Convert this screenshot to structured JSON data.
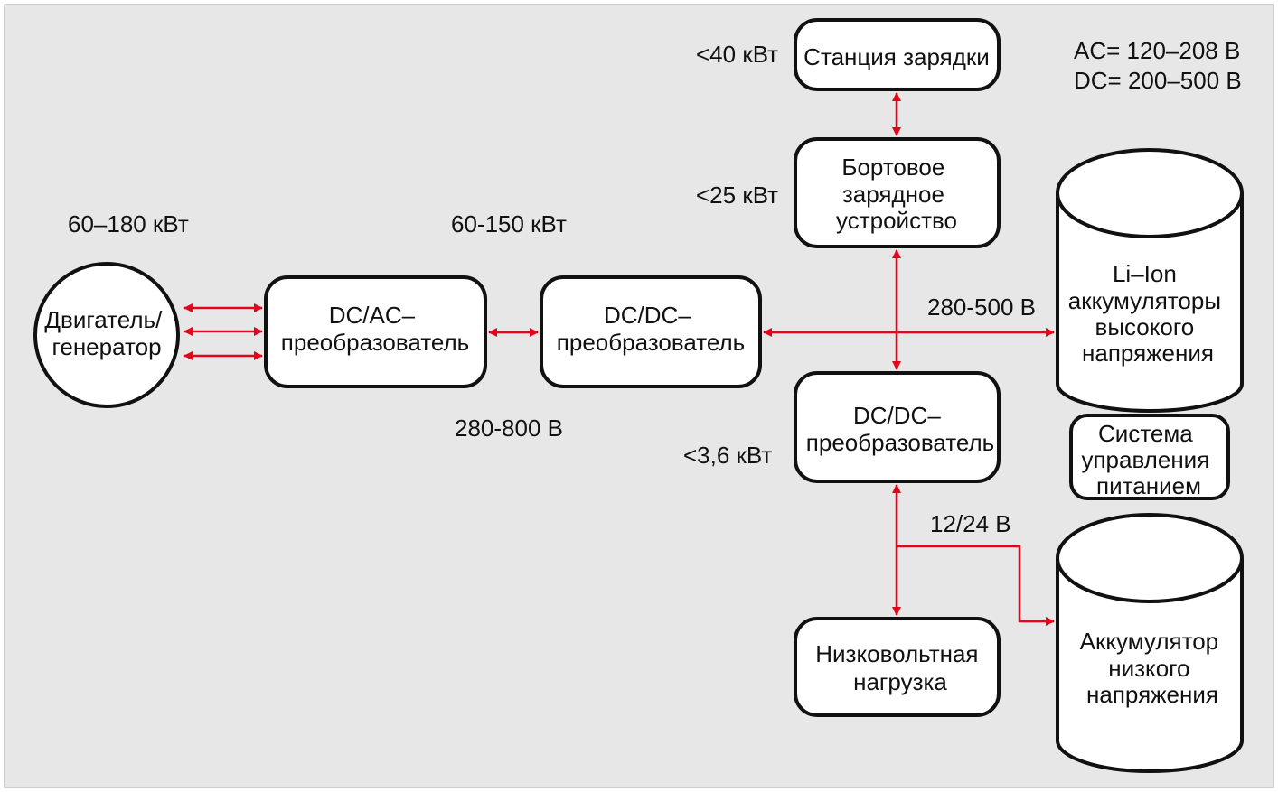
{
  "colors": {
    "background": "#e7e7e8",
    "frame": "#bdbdbd",
    "arrow": "#e3051b",
    "box_fill": "#ffffff",
    "box_stroke": "#111111"
  },
  "nodes": {
    "generator": {
      "lines": [
        "Двигатель/",
        "генератор"
      ]
    },
    "dc_ac": {
      "lines": [
        "DC/AC–",
        "преобразователь"
      ]
    },
    "dc_dc_main": {
      "lines": [
        "DC/DC–",
        "преобразователь"
      ]
    },
    "charging_station": {
      "lines": [
        "Станция зарядки"
      ]
    },
    "onboard_charger": {
      "lines": [
        "Бортовое",
        "зарядное",
        "устройство"
      ]
    },
    "dc_dc_low": {
      "lines": [
        "DC/DC–",
        "преобразователь"
      ]
    },
    "low_voltage_load": {
      "lines": [
        "Низковольтная",
        "нагрузка"
      ]
    },
    "hv_battery": {
      "lines": [
        "Li–Ion",
        "аккумуляторы",
        "высокого",
        "напряжения"
      ]
    },
    "bms": {
      "lines": [
        "Система",
        "управления",
        "питанием"
      ]
    },
    "lv_battery": {
      "lines": [
        "Аккумулятор",
        "низкого",
        "напряжения"
      ]
    }
  },
  "labels": {
    "gen_power": "60–180 кВт",
    "dcac_power": "60-150 кВт",
    "hv_bus_voltage": "280-800 В",
    "station_power": "<40 кВт",
    "charger_power": "<25 кВт",
    "battery_bus_voltage": "280-500 В",
    "dcdc_low_power": "<3,6 кВт",
    "low_voltage": "12/24 В",
    "legend_ac": "AC= 120–208 В",
    "legend_dc": "DC= 200–500 В"
  }
}
